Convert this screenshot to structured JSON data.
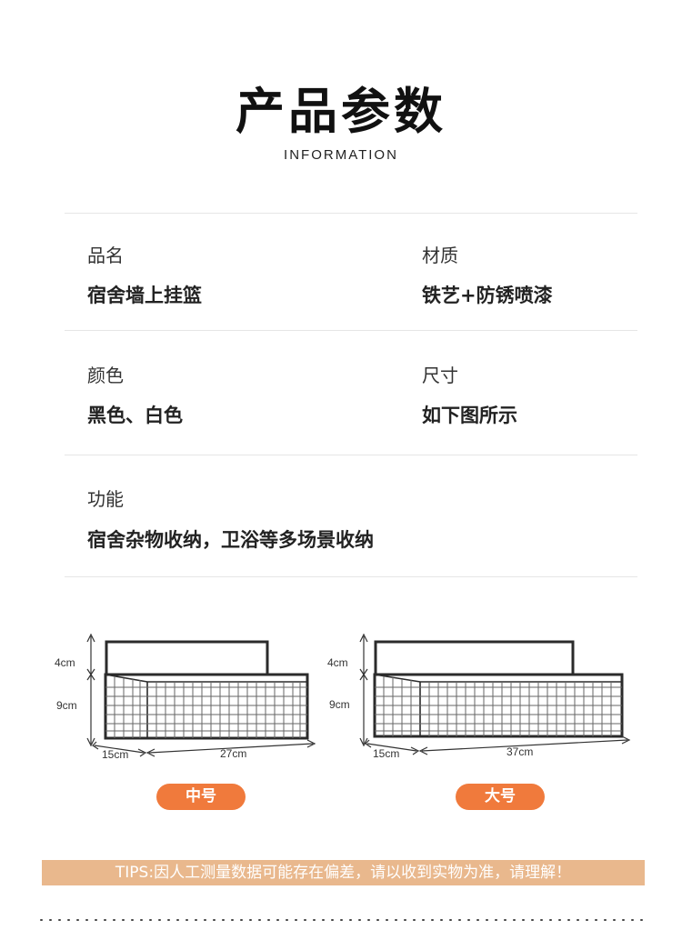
{
  "header": {
    "title": "产品参数",
    "subtitle": "INFORMATION"
  },
  "params": {
    "name_label": "品名",
    "name_value": "宿舍墙上挂篮",
    "material_label": "材质",
    "material_value": "铁艺+防锈喷漆",
    "color_label": "颜色",
    "color_value": "黑色、白色",
    "size_label": "尺寸",
    "size_value": "如下图所示",
    "function_label": "功能",
    "function_value": "宿舍杂物收纳，卫浴等多场景收纳"
  },
  "products": {
    "medium": {
      "handle_height": "4cm",
      "basket_height": "9cm",
      "depth": "15cm",
      "width": "27cm",
      "size_label": "中号"
    },
    "large": {
      "handle_height": "4cm",
      "basket_height": "9cm",
      "depth": "15cm",
      "width": "37cm",
      "size_label": "大号"
    }
  },
  "tips": "TIPS:因人工测量数据可能存在偏差，请以收到实物为准，请理解！",
  "colors": {
    "accent_orange": "#f07a3c",
    "tips_bg": "#e9b88d",
    "rule": "#e6e6e6"
  }
}
